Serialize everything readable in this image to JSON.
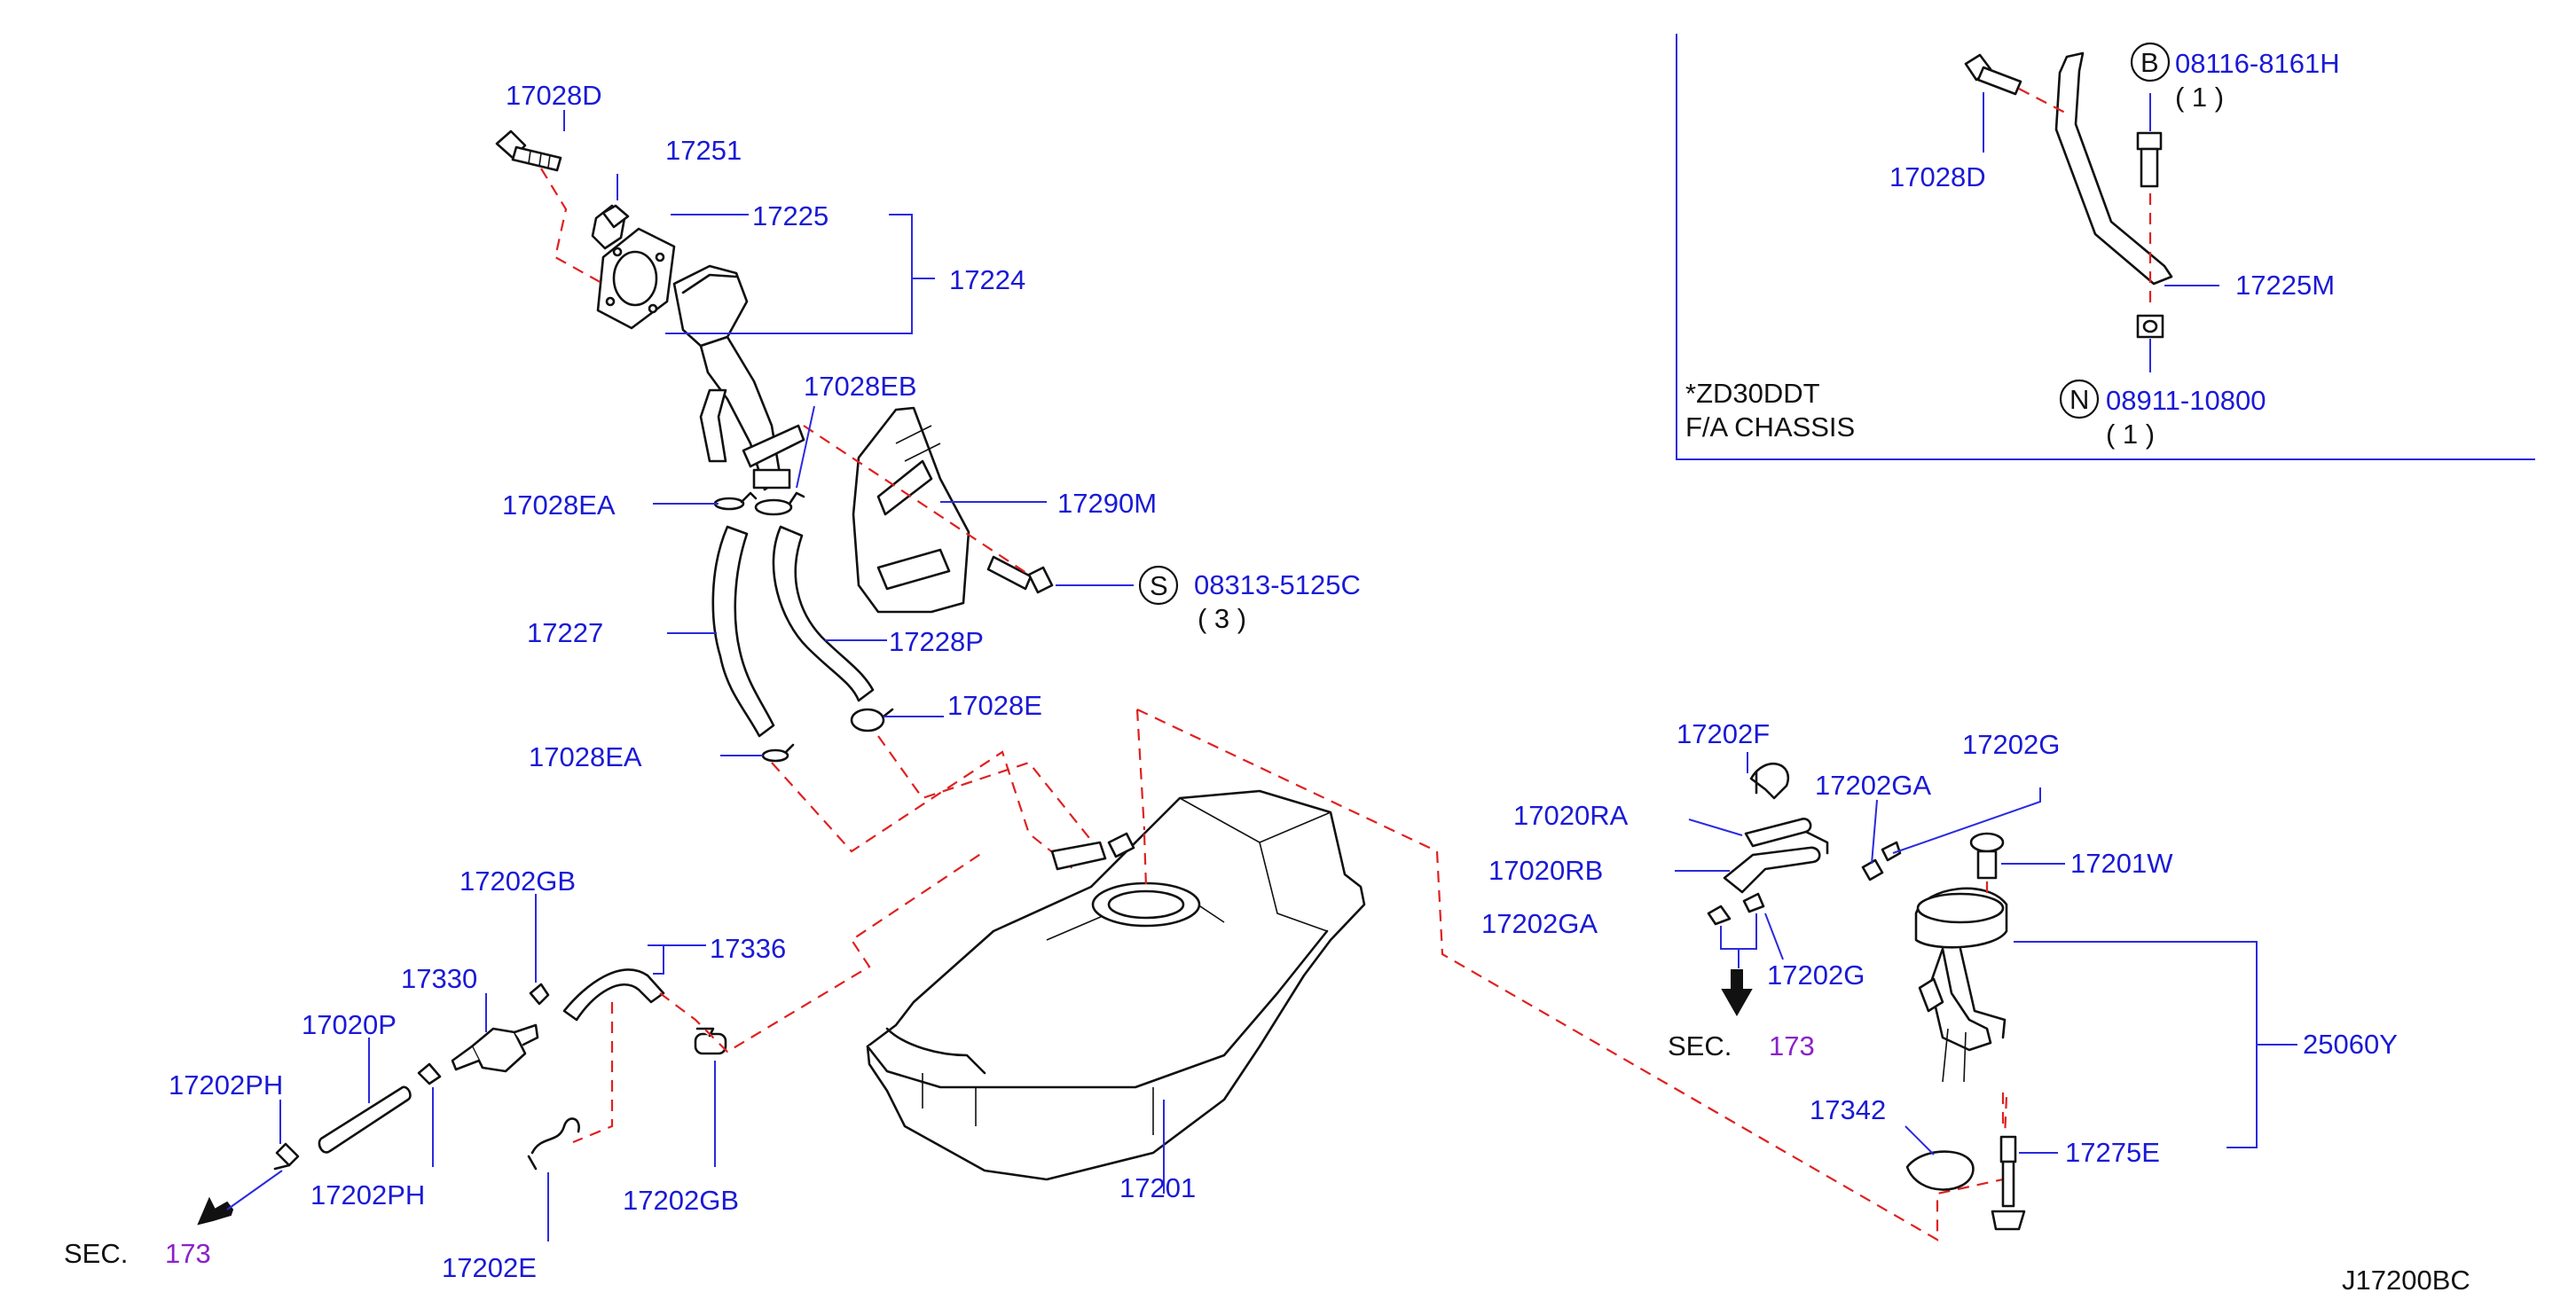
{
  "diagram_id": "J17200BC",
  "labels": {
    "p17028D_top": "17028D",
    "p17251": "17251",
    "p17225": "17225",
    "p17224": "17224",
    "p17028EB": "17028EB",
    "p17028EA_top": "17028EA",
    "p17290M": "17290M",
    "p08313": "08313-5125C",
    "p08313_qty": "( 3 )",
    "p17227": "17227",
    "p17228P": "17228P",
    "p17028E": "17028E",
    "p17028EA_low": "17028EA",
    "p17202GB_top": "17202GB",
    "p17336": "17336",
    "p17330": "17330",
    "p17020P": "17020P",
    "p17202PH_a": "17202PH",
    "p17202PH_b": "17202PH",
    "p17202GB_low": "17202GB",
    "p17202E": "17202E",
    "p17201": "17201",
    "p17202F": "17202F",
    "p17020RA": "17020RA",
    "p17020RB": "17020RB",
    "p17202GA_a": "17202GA",
    "p17202GA_b": "17202GA",
    "p17202G_a": "17202G",
    "p17202G_b": "17202G",
    "p17201W": "17201W",
    "p25060Y": "25060Y",
    "p17342": "17342",
    "p17275E": "17275E",
    "sec_left": "SEC.",
    "sec_left_num": "173",
    "sec_right": "SEC.",
    "sec_right_num": "173"
  },
  "inset": {
    "p17028D": "17028D",
    "p08116": "08116-8161H",
    "p08116_qty": "( 1 )",
    "p17225M": "17225M",
    "p08911": "08911-10800",
    "p08911_qty": "( 1 )",
    "note_line1": "*ZD30DDT",
    "note_line2": "F/A   CHASSIS"
  },
  "symbols": {
    "S": "S",
    "B": "B",
    "N": "N"
  },
  "colors": {
    "label": "#1a1ad6",
    "dashed_line": "#e02020",
    "section_number": "#8a22c8"
  }
}
